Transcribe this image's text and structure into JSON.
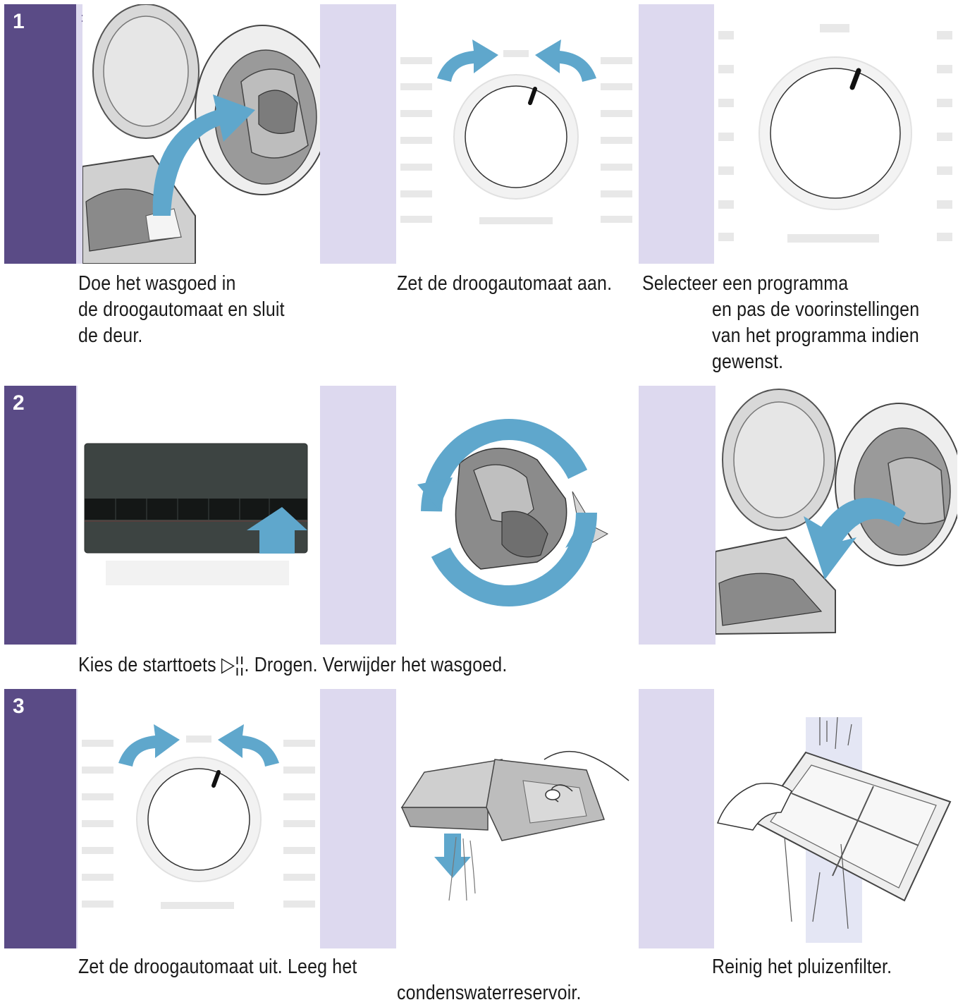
{
  "steps": [
    {
      "number": "1",
      "captions": {
        "a": "Doe het wasgoed in\nde droogautomaat en sluit\nde deur.",
        "b": "Zet de droogautomaat aan.",
        "c1": "Selecteer een programma",
        "c2": "en pas de voorinstellingen\nvan het programma indien\ngewenst."
      }
    },
    {
      "number": "2",
      "captions": {
        "a": "Kies de starttoets ▷¦¦. Drogen. Verwijder het wasgoed."
      }
    },
    {
      "number": "3",
      "captions": {
        "a": "Zet de droogautomaat uit. Leeg het",
        "b": "condenswaterreservoir.",
        "c": "Reinig het pluizenfilter."
      }
    }
  ],
  "colors": {
    "step_band": "#5a4b86",
    "strip": "#ddd9ef",
    "arrow_blue": "#5fa7cc"
  },
  "icons": [
    "next-step-arrow-icon"
  ]
}
